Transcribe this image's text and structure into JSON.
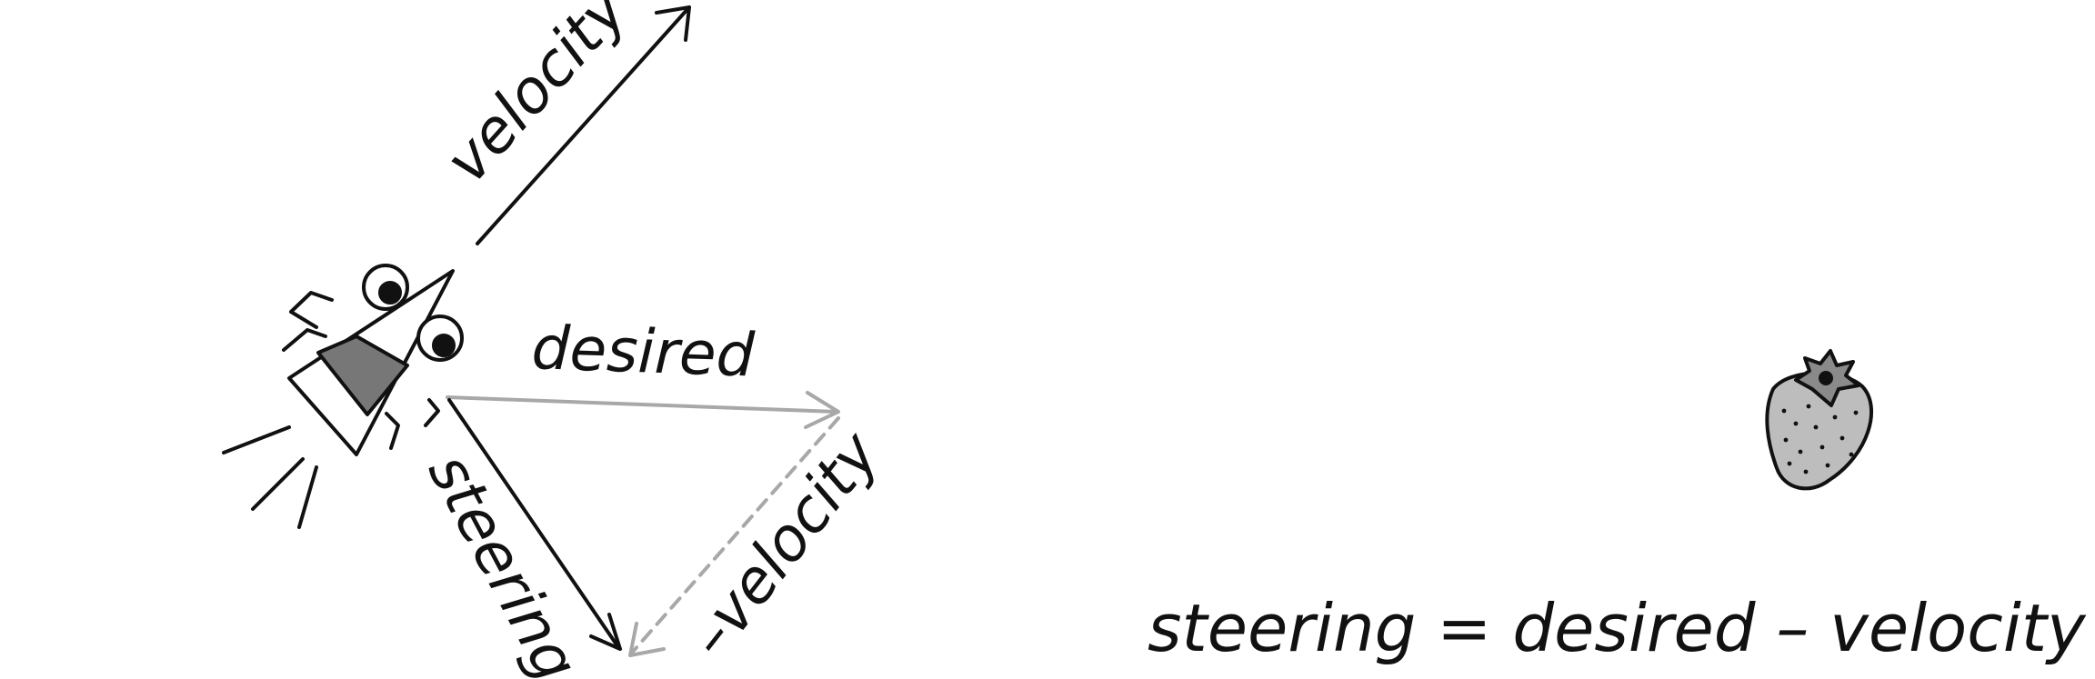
{
  "labels": {
    "velocity": "velocity",
    "desired": "desired",
    "steering": "steering",
    "neg_velocity": "–velocity"
  },
  "equation": "steering = desired – velocity",
  "colors": {
    "ink": "#111111",
    "gray_arrow": "#a8a8a8",
    "body_fill": "#777777",
    "strawberry_fill": "#bdbdbd",
    "strawberry_leaf": "#8a8a8a"
  },
  "icons": {
    "vehicle": "vehicle-bug-icon",
    "target": "strawberry-icon"
  }
}
